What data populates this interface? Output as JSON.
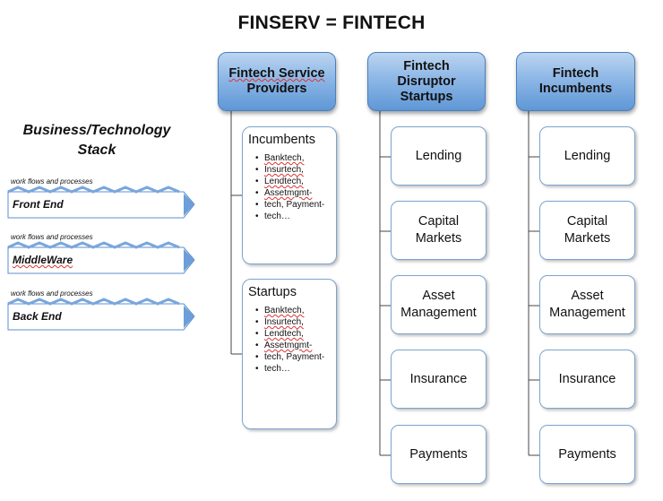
{
  "title": "FINSERV = FINTECH",
  "stack": {
    "title": "Business/Technology\nStack",
    "title_line1": "Business/Technology",
    "title_line2": "Stack",
    "layers": [
      {
        "caption": "work flows and processes",
        "label": "Front End"
      },
      {
        "caption": "work flows and processes",
        "label": "MiddleWare"
      },
      {
        "caption": "work flows and processes",
        "label": "Back End"
      }
    ]
  },
  "columns": [
    {
      "header_line1": "Fintech Service",
      "header_line2": "Providers",
      "groups": [
        {
          "title": "Incumbents",
          "items": [
            "Banktech,",
            "Insurtech,",
            "Lendtech,",
            "Assetmgmt-",
            "tech, Payment-",
            "tech…"
          ]
        },
        {
          "title": "Startups",
          "items": [
            "Banktech,",
            "Insurtech,",
            "Lendtech,",
            "Assetmgmt-",
            "tech, Payment-",
            "tech…"
          ]
        }
      ]
    },
    {
      "header_line1": "Fintech",
      "header_line2": "Disruptor",
      "header_line3": "Startups",
      "items": [
        {
          "line1": "Lending",
          "line2": ""
        },
        {
          "line1": "Capital",
          "line2": "Markets"
        },
        {
          "line1": "Asset",
          "line2": "Management"
        },
        {
          "line1": "Insurance",
          "line2": ""
        },
        {
          "line1": "Payments",
          "line2": ""
        }
      ]
    },
    {
      "header_line1": "Fintech",
      "header_line2": "Incumbents",
      "items": [
        {
          "line1": "Lending",
          "line2": ""
        },
        {
          "line1": "Capital",
          "line2": "Markets"
        },
        {
          "line1": "Asset",
          "line2": "Management"
        },
        {
          "line1": "Insurance",
          "line2": ""
        },
        {
          "line1": "Payments",
          "line2": ""
        }
      ]
    }
  ],
  "colors": {
    "header_fill": "#8db7e6",
    "header_border": "#4a7fbd",
    "box_border": "#7aa4d1",
    "arrow": "#6c9fd8"
  }
}
